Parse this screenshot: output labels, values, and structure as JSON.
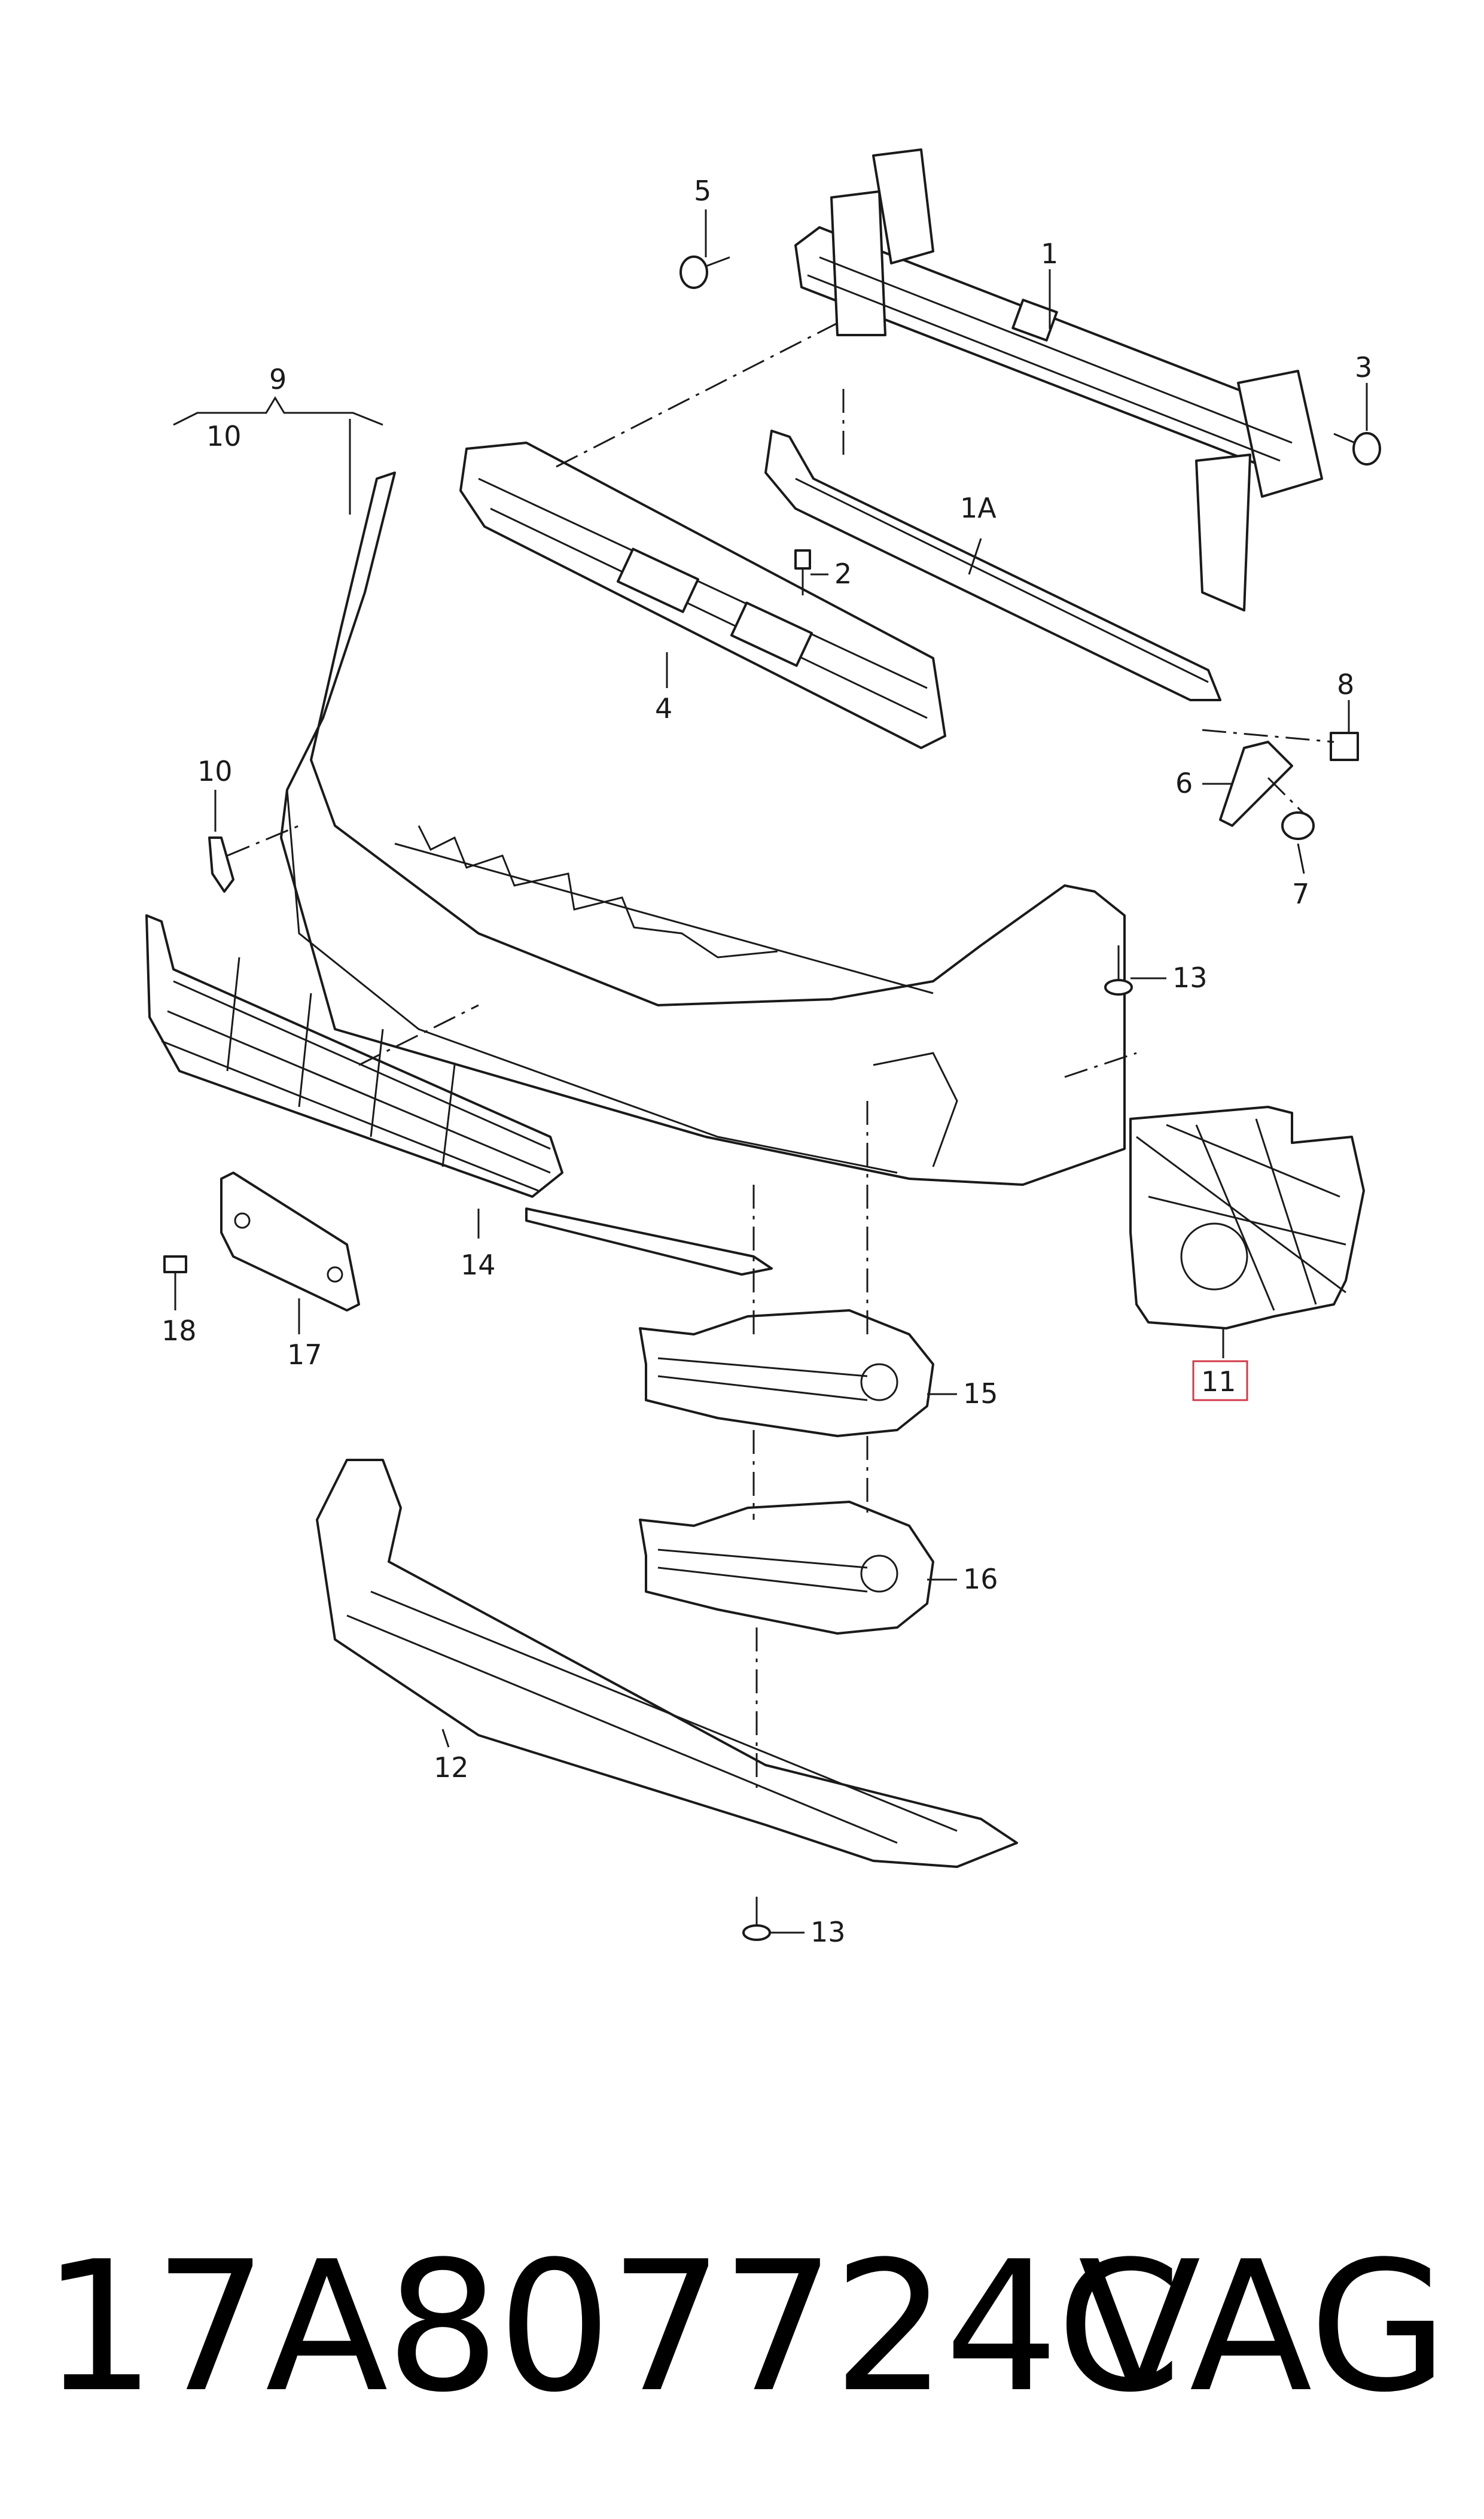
{
  "callouts": {
    "c1": "1",
    "c1a": "1A",
    "c2": "2",
    "c3": "3",
    "c4": "4",
    "c5": "5",
    "c6": "6",
    "c7": "7",
    "c8": "8",
    "c9": "9",
    "c10_top": "10",
    "c10_side": "10",
    "c11": "11",
    "c12": "12",
    "c13_right": "13",
    "c13_bottom": "13",
    "c14": "14",
    "c15": "15",
    "c16": "16",
    "c17": "17",
    "c18": "18"
  },
  "highlighted_part": "11",
  "footer": {
    "part_number": "17A807724C",
    "brand": "VAG"
  },
  "colors": {
    "line": "#1a1a1a",
    "highlight": "#d23a4a"
  }
}
